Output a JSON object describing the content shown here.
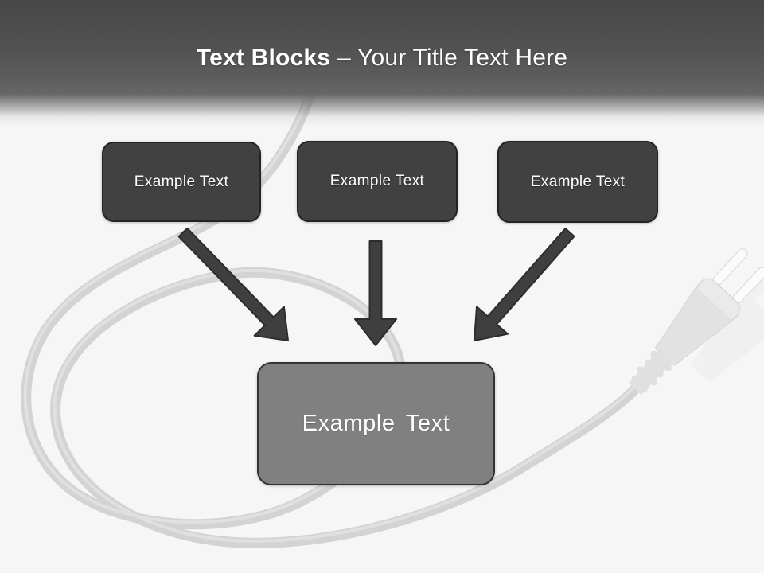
{
  "slide": {
    "title": {
      "bold": "Text Blocks",
      "rest": "– Your Title Text Here"
    }
  },
  "diagram": {
    "source_boxes": [
      {
        "label": "Example Text"
      },
      {
        "label": "Example Text"
      },
      {
        "label": "Example Text"
      }
    ],
    "target_box": {
      "label": "Example Text"
    },
    "arrows": [
      "arrow-diagonal-down-right",
      "arrow-straight-down",
      "arrow-diagonal-down-left"
    ]
  },
  "background_graphic": "power-plug-with-coiled-cable",
  "colors": {
    "header_top": "#474747",
    "header_bottom": "#676767",
    "title_text": "#ffffff",
    "slide_background": "#f6f6f6",
    "box_fill": "#414141",
    "box_border": "#242424",
    "box_text": "#ffffff",
    "target_fill": "#808080",
    "target_border": "#333333",
    "arrow_fill": "#3f3f3f",
    "arrow_outline": "#2d2d2d",
    "cable": "#d3d3d3",
    "cable_highlight": "#e2e2e2",
    "plug_body": "#e2e2e2",
    "plug_prong": "#fbfbfb"
  }
}
